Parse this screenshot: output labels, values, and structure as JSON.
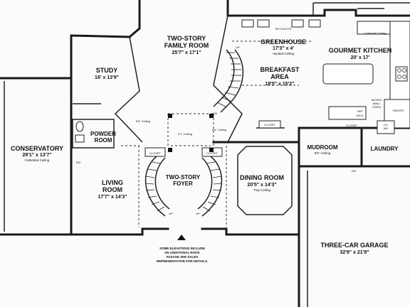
{
  "rooms": {
    "family": {
      "name": "TWO-STORY",
      "name2": "FAMILY ROOM",
      "dims": "25'7\" x 17'1\""
    },
    "greenhouse": {
      "name": "GREENHOUSE",
      "dims": "17'3\" x 4'",
      "note": "Vaulted Ceiling"
    },
    "kitchen": {
      "name": "GOURMET KITCHEN",
      "dims": "20' x 17'"
    },
    "study": {
      "name": "STUDY",
      "dims": "16' x 13'9\""
    },
    "breakfast": {
      "name": "BREAKFAST",
      "name2": "AREA",
      "dims": "18'5\" x 15'2\""
    },
    "powder": {
      "name": "POWDER",
      "name2": "ROOM"
    },
    "conservatory": {
      "name": "CONSERVATORY",
      "dims": "29'1\" x 13'7\"",
      "note": "Cathedral Ceiling"
    },
    "mudroom": {
      "name": "MUDROOM",
      "note": "8'6\" Ceiling"
    },
    "laundry": {
      "name": "LAUNDRY"
    },
    "living": {
      "name": "LIVING",
      "name2": "ROOM",
      "dims": "17'7\" x 14'3\""
    },
    "foyer": {
      "name": "TWO-STORY",
      "name2": "FOYER"
    },
    "dining": {
      "name": "DINING ROOM",
      "dims": "20'5\" x 14'3\"",
      "note": "Tray Ceiling"
    },
    "garage": {
      "name": "THREE-CAR GARAGE",
      "dims": "32'9\" x 21'9\""
    }
  },
  "labels": {
    "skylights": "SKYLIGHTS",
    "cathedral_ceiling": "Cathedral Ceiling",
    "ceiling_86_left": "8'6\" Ceiling",
    "ceiling_91": "9'1\" Ceiling",
    "ceiling_86_right": "8'6\" Ceiling",
    "closet_left": "CLOSET",
    "closet_right": "CLOSET",
    "closet_mud": "CLOSET",
    "closet_top": "CLOSET",
    "pantry": "PANTRY",
    "ref": "REF",
    "encl": "ENCL",
    "micro": "MICRO/",
    "wall_oven": "WALL",
    "oven": "OVEN",
    "dn_family": "DN",
    "up_family": "UP",
    "dn_conserv": "DN",
    "dn_mud": "DN",
    "up_left": "UP",
    "up_right": "UP",
    "cl_wh": "CL/",
    "wh": "WH"
  },
  "footnote": {
    "line1": "SOME ELEVATIONS INCLUDE",
    "line2": "AN ADDITIONAL ROOF.",
    "line3": "PLEASE SEE SALES",
    "line4": "REPRESENTATIVE FOR DETAILS."
  }
}
